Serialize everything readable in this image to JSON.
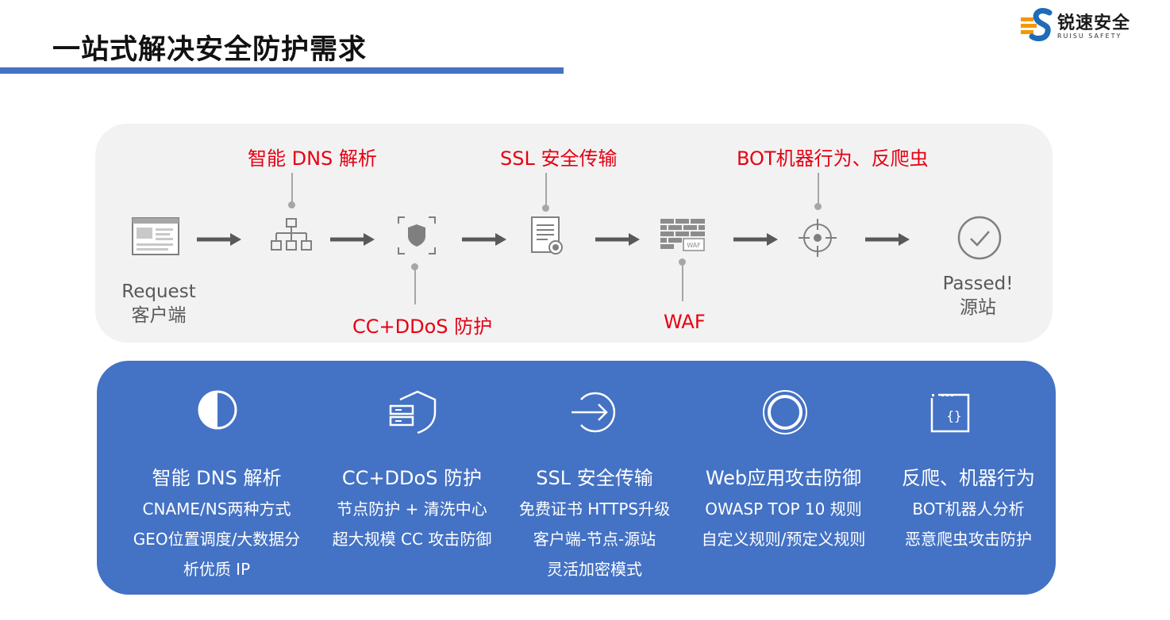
{
  "title": "一站式解决安全防护需求",
  "logo": {
    "name": "锐速安全",
    "subtitle": "RUISU SAFETY"
  },
  "flow": {
    "top_labels": [
      "智能 DNS 解析",
      "SSL 安全传输",
      "BOT机器行为、反爬虫"
    ],
    "bottom_labels": [
      "CC+DDoS 防护",
      "WAF"
    ],
    "start": {
      "line1": "Request",
      "line2": "客户端"
    },
    "end": {
      "line1": "Passed!",
      "line2": "源站"
    },
    "steps": [
      "browser-icon",
      "network-tree-icon",
      "shield-icon",
      "certificate-icon",
      "firewall-icon",
      "crosshair-icon",
      "check-circle-icon"
    ],
    "waf_icon_text": "WAF"
  },
  "features": [
    {
      "icon": "half-circle-icon",
      "title": "智能 DNS 解析",
      "lines": [
        "CNAME/NS两种方式",
        "GEO位置调度/大数据分",
        "析优质 IP"
      ]
    },
    {
      "icon": "server-shield-icon",
      "title": "CC+DDoS 防护",
      "lines": [
        "节点防护 + 清洗中心",
        "超大规模 CC 攻击防御"
      ]
    },
    {
      "icon": "arrow-circle-icon",
      "title": "SSL 安全传输",
      "lines": [
        "免费证书 HTTPS升级",
        "客户端-节点-源站",
        "灵活加密模式"
      ]
    },
    {
      "icon": "ring-icon",
      "title": "Web应用攻击防御",
      "lines": [
        "OWASP TOP 10 规则",
        "自定义规则/预定义规则"
      ]
    },
    {
      "icon": "code-window-icon",
      "title": "反爬、机器行为",
      "lines": [
        "BOT机器人分析",
        "恶意爬虫攻击防护"
      ]
    }
  ]
}
